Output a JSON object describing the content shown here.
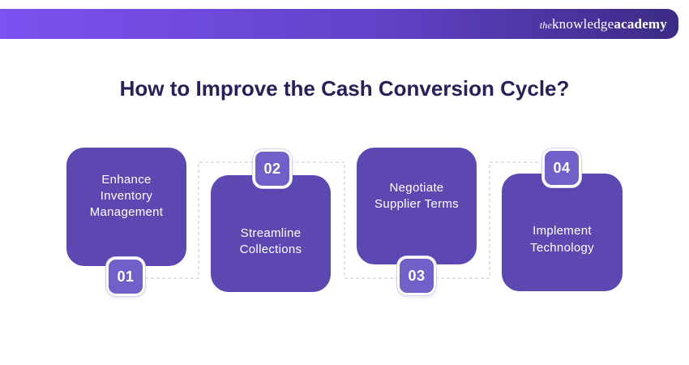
{
  "header": {
    "logo": {
      "the": "the",
      "knowledge": "knowledge",
      "academy": "academy"
    }
  },
  "title": "How to Improve the Cash Conversion Cycle?",
  "steps": [
    {
      "number": "01",
      "label": "Enhance\nInventory\nManagement",
      "badge_position": "bottom"
    },
    {
      "number": "02",
      "label": "Streamline\nCollections",
      "badge_position": "top"
    },
    {
      "number": "03",
      "label": "Negotiate\nSupplier Terms",
      "badge_position": "bottom"
    },
    {
      "number": "04",
      "label": "Implement\nTechnology",
      "badge_position": "top"
    }
  ],
  "colors": {
    "header_gradient_left": "#7c52f0",
    "header_gradient_right": "#3c2b85",
    "card": "#5d48b2",
    "badge": "#7160c8",
    "badge_border": "#ffffff",
    "title_text": "#262158",
    "card_text": "#ffffff",
    "dashed_line": "#d9d9d9",
    "background": "#ffffff"
  }
}
